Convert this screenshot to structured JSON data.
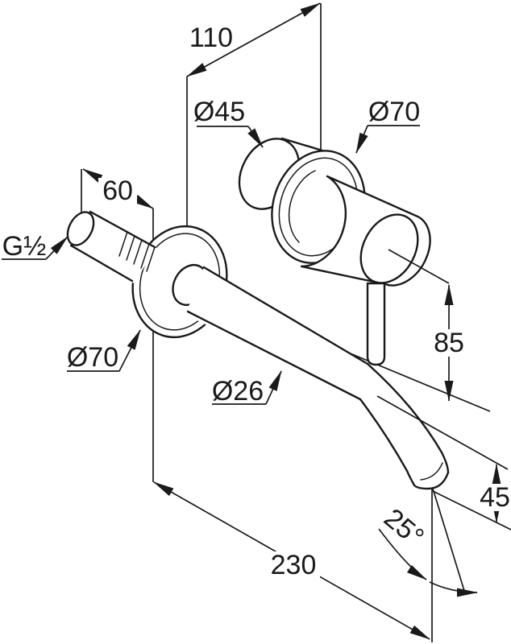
{
  "diagram": {
    "type": "technical-drawing",
    "subject": "Wall-mounted single-lever basin mixer, side elevation with installation dimensions",
    "units": "mm",
    "line_color": "#1a1a1a",
    "background_color": "#ffffff",
    "dimensions": {
      "depth_110": {
        "label": "110",
        "meaning": "offset between spout wall plate and mixer body"
      },
      "dia_cartridge": {
        "label": "Ø45",
        "meaning": "diameter of cartridge housing"
      },
      "dia_rosette_top": {
        "label": "Ø70",
        "meaning": "diameter of handle wall rosette"
      },
      "depth_60": {
        "label": "60",
        "meaning": "projection of G1/2 connector"
      },
      "thread": {
        "label": "G½",
        "meaning": "inlet thread size"
      },
      "dia_rosette_left": {
        "label": "Ø70",
        "meaning": "diameter of spout wall rosette"
      },
      "dia_spout": {
        "label": "Ø26",
        "meaning": "spout tube diameter"
      },
      "height_85": {
        "label": "85",
        "meaning": "height from spout outlet to handle axis"
      },
      "drop_45": {
        "label": "45",
        "meaning": "vertical drop of spout end"
      },
      "angle_25": {
        "label": "25°",
        "meaning": "outlet stream angle"
      },
      "reach_230": {
        "label": "230",
        "meaning": "spout reach from wall"
      }
    }
  }
}
